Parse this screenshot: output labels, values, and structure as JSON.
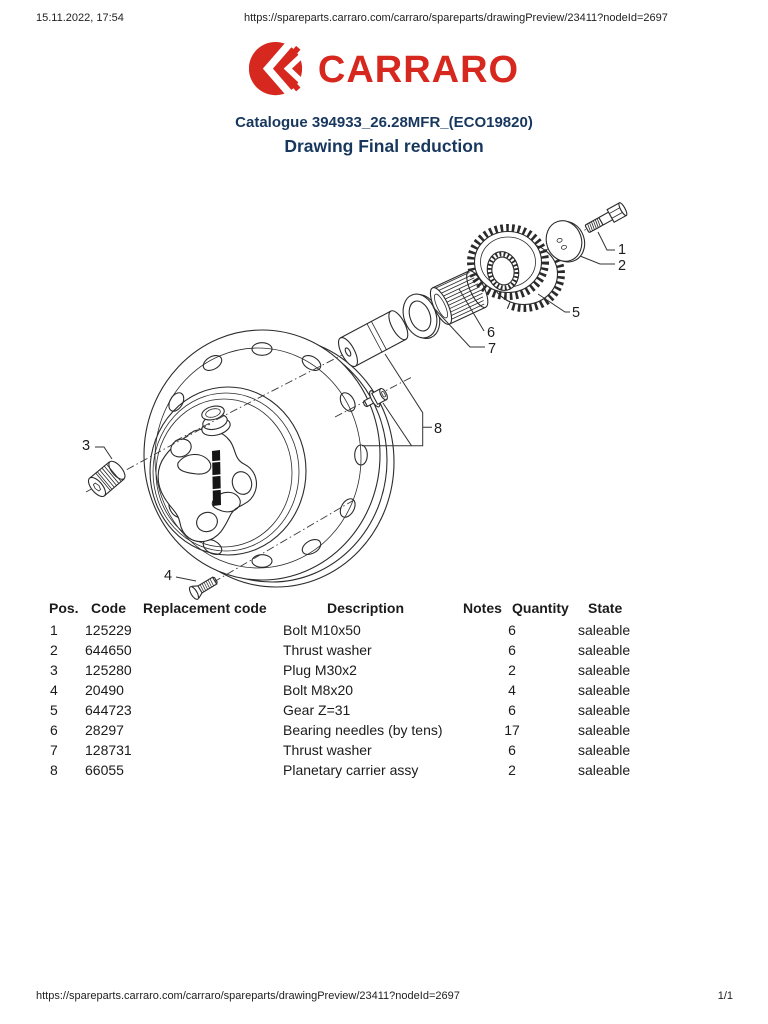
{
  "page": {
    "print_date": "15.11.2022, 17:54",
    "header_url": "https://spareparts.carraro.com/carraro/spareparts/drawingPreview/23411?nodeId=2697",
    "footer_url": "https://spareparts.carraro.com/carraro/spareparts/drawingPreview/23411?nodeId=2697",
    "page_number": "1/1"
  },
  "brand": {
    "logo_text": "CARRARO",
    "logo_color": "#d7281f"
  },
  "titles": {
    "catalogue": "Catalogue 394933_26.28MFR_(ECO19820)",
    "drawing": "Drawing Final reduction",
    "title_color": "#17375e"
  },
  "drawing": {
    "description": "Exploded view of final reduction planetary carrier assembly",
    "callouts": [
      "1",
      "2",
      "3",
      "4",
      "5",
      "6",
      "7",
      "8"
    ]
  },
  "table": {
    "headers": {
      "pos": "Pos.",
      "code": "Code",
      "replacement": "Replacement code",
      "description": "Description",
      "notes": "Notes",
      "quantity": "Quantity",
      "state": "State"
    },
    "rows": [
      {
        "pos": "1",
        "code": "125229",
        "replacement": "",
        "description": "Bolt M10x50",
        "notes": "",
        "quantity": "6",
        "state": "saleable"
      },
      {
        "pos": "2",
        "code": "644650",
        "replacement": "",
        "description": "Thrust washer",
        "notes": "",
        "quantity": "6",
        "state": "saleable"
      },
      {
        "pos": "3",
        "code": "125280",
        "replacement": "",
        "description": "Plug M30x2",
        "notes": "",
        "quantity": "2",
        "state": "saleable"
      },
      {
        "pos": "4",
        "code": "20490",
        "replacement": "",
        "description": "Bolt M8x20",
        "notes": "",
        "quantity": "4",
        "state": "saleable"
      },
      {
        "pos": "5",
        "code": "644723",
        "replacement": "",
        "description": "Gear Z=31",
        "notes": "",
        "quantity": "6",
        "state": "saleable"
      },
      {
        "pos": "6",
        "code": "28297",
        "replacement": "",
        "description": "Bearing needles (by tens)",
        "notes": "",
        "quantity": "17",
        "state": "saleable"
      },
      {
        "pos": "7",
        "code": "128731",
        "replacement": "",
        "description": "Thrust washer",
        "notes": "",
        "quantity": "6",
        "state": "saleable"
      },
      {
        "pos": "8",
        "code": "66055",
        "replacement": "",
        "description": "Planetary carrier assy",
        "notes": "",
        "quantity": "2",
        "state": "saleable"
      }
    ]
  }
}
